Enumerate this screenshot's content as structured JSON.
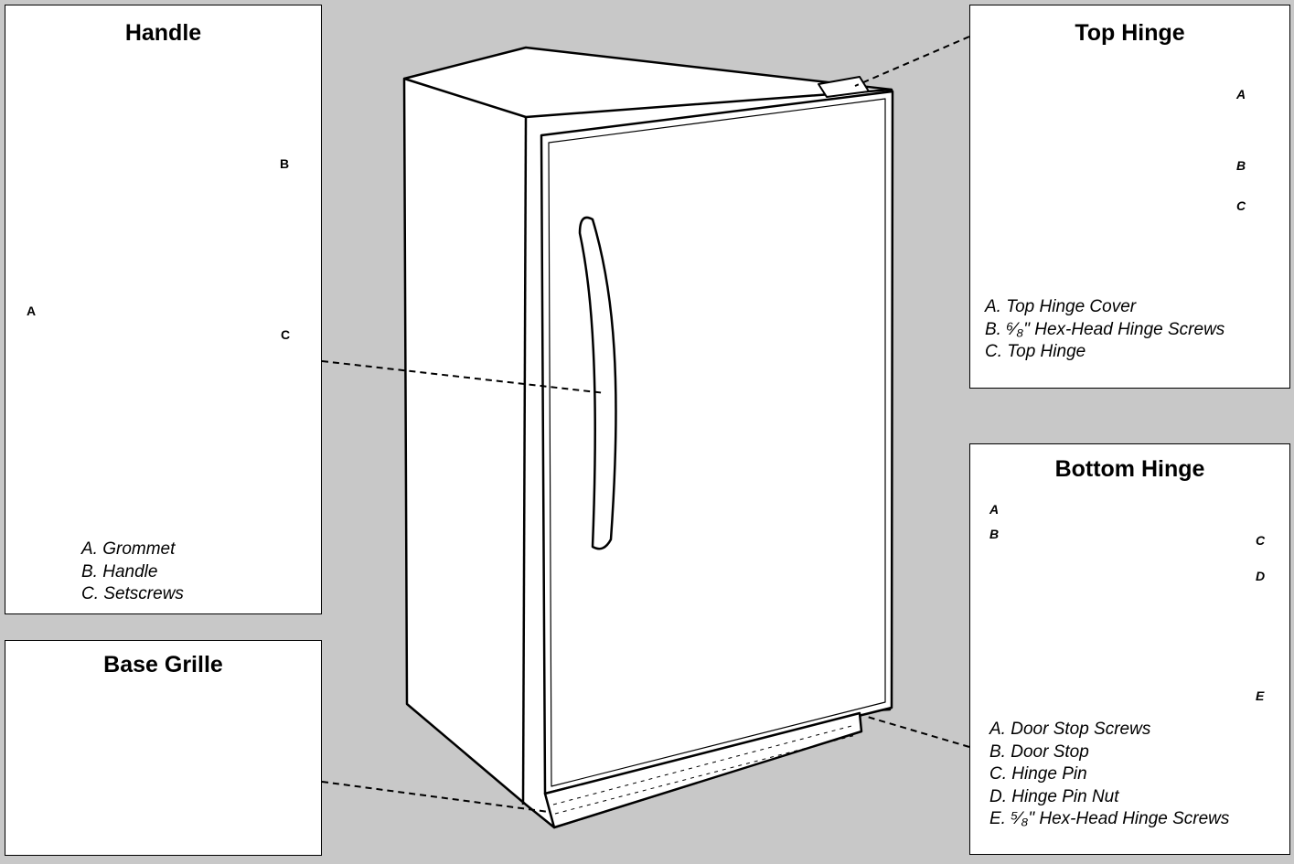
{
  "handle_panel": {
    "title": "Handle",
    "callouts": {
      "a": "A",
      "b": "B",
      "c": "C"
    },
    "legend": [
      "A. Grommet",
      "B. Handle",
      "C. Setscrews"
    ]
  },
  "top_hinge_panel": {
    "title": "Top Hinge",
    "callouts": {
      "a": "A",
      "b": "B",
      "c": "C"
    },
    "legend": [
      "A. Top Hinge Cover",
      "B. ⁶⁄₈\" Hex-Head Hinge Screws",
      "C. Top Hinge"
    ]
  },
  "base_grille_panel": {
    "title": "Base Grille"
  },
  "bottom_hinge_panel": {
    "title": "Bottom Hinge",
    "callouts": {
      "a": "A",
      "b": "B",
      "c": "C",
      "d": "D",
      "e": "E"
    },
    "legend": [
      "A. Door Stop Screws",
      "B. Door Stop",
      "C. Hinge Pin",
      "D. Hinge Pin Nut",
      "E. ⁵⁄₈\" Hex-Head Hinge Screws"
    ]
  },
  "colors": {
    "background": "#c8c8c8",
    "panel": "#ffffff",
    "line": "#000000",
    "leader": "#a0a0a0"
  }
}
